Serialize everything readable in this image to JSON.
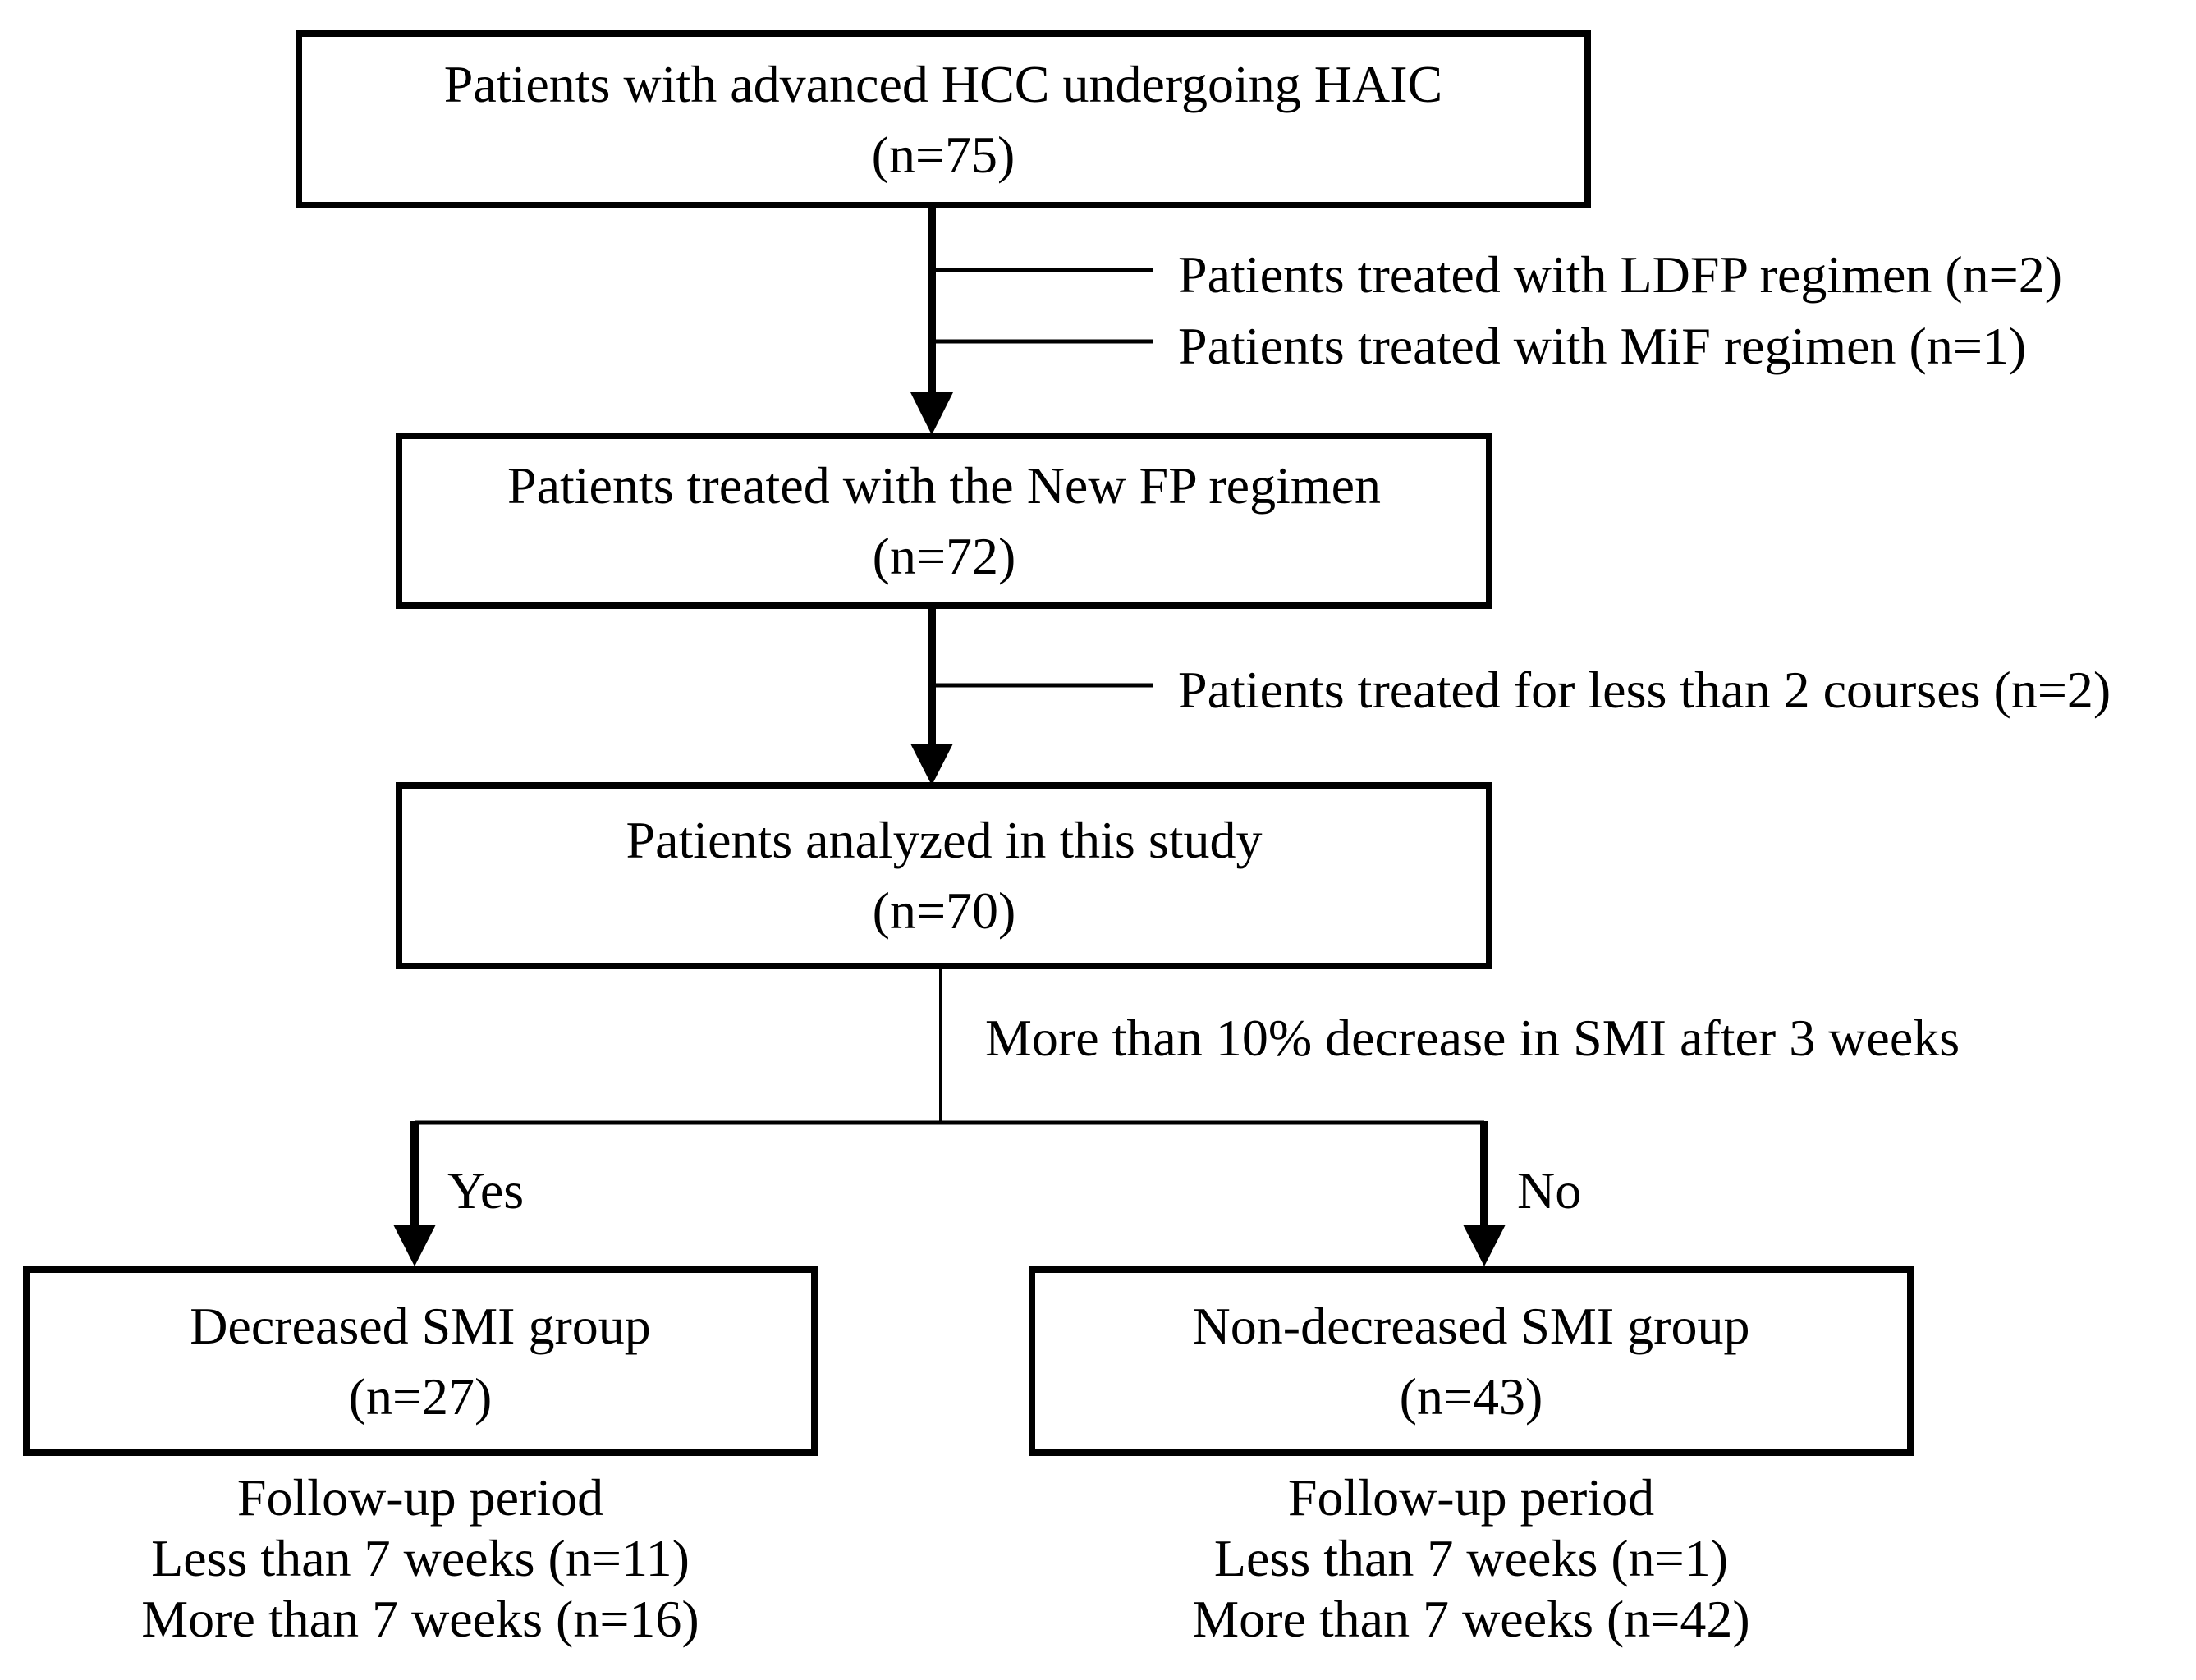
{
  "colors": {
    "background": "#ffffff",
    "line": "#000000",
    "text": "#000000",
    "box_border": "#000000",
    "box_fill": "#ffffff"
  },
  "nodes": {
    "top": {
      "line1": "Patients with advanced HCC undergoing HAIC",
      "line2": "(n=75)"
    },
    "new_fp": {
      "line1": "Patients treated with the New FP regimen",
      "line2": "(n=72)"
    },
    "analyzed": {
      "line1": "Patients analyzed in this study",
      "line2": "(n=70)"
    },
    "decreased": {
      "line1": "Decreased SMI group",
      "line2": "(n=27)"
    },
    "non_decreased": {
      "line1": "Non-decreased SMI group",
      "line2": "(n=43)"
    }
  },
  "exclusions": {
    "ldfp": "Patients treated with LDFP regimen (n=2)",
    "mif": "Patients treated with MiF regimen (n=1)",
    "less_than_2_courses": "Patients treated for less than 2 courses (n=2)"
  },
  "decision": {
    "condition": "More than 10% decrease in SMI after 3 weeks",
    "yes_label": "Yes",
    "no_label": "No"
  },
  "followup_decreased": {
    "title": "Follow-up period",
    "lines": [
      "Less than 7 weeks (n=11)",
      "More than 7 weeks (n=16)"
    ]
  },
  "followup_non_decreased": {
    "title": "Follow-up period",
    "lines": [
      "Less than 7 weeks (n=1)",
      "More than 7 weeks (n=42)"
    ]
  }
}
